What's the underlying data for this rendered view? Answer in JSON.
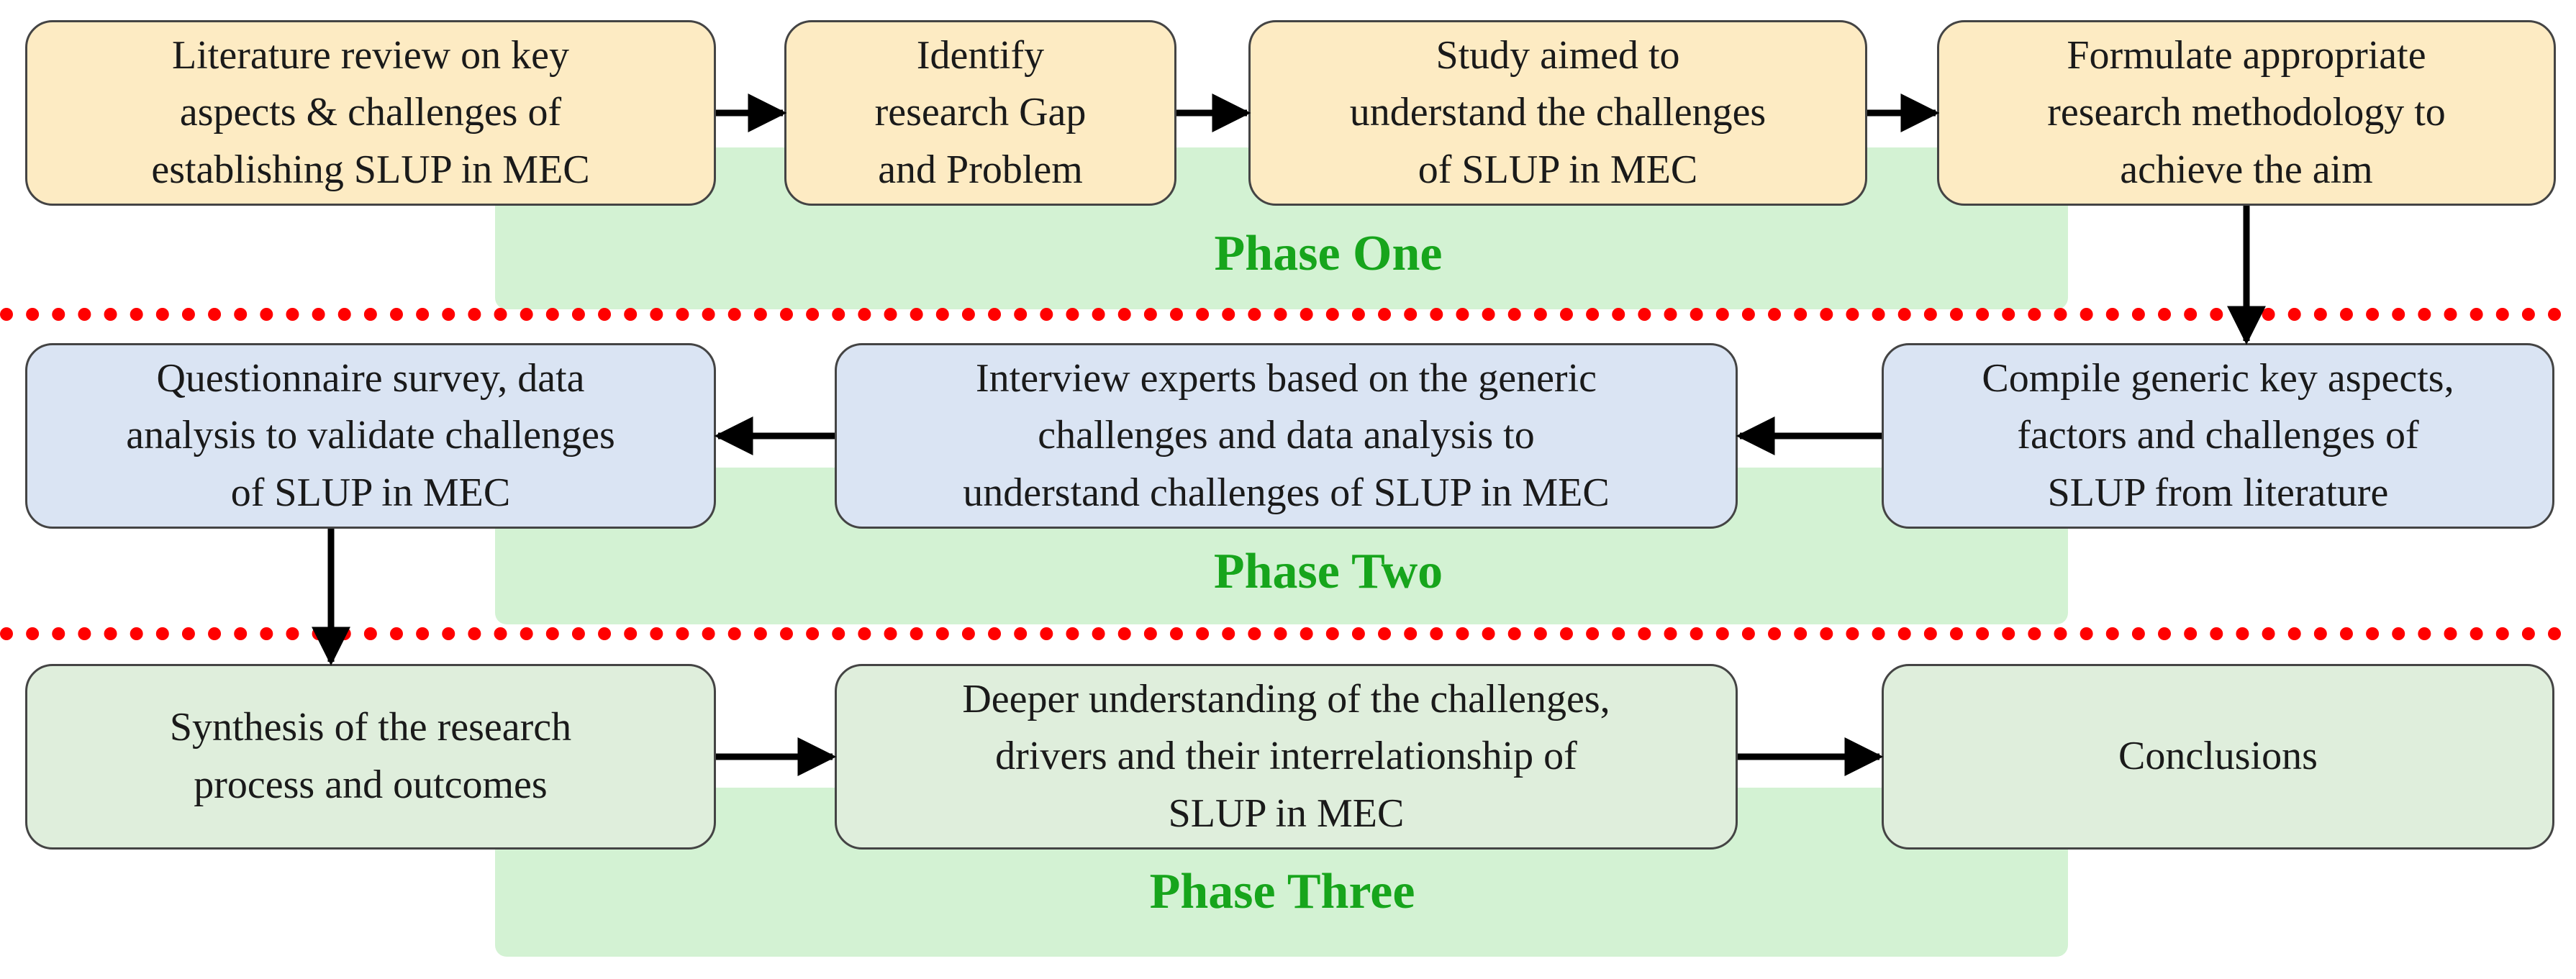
{
  "phases": [
    {
      "label": "Phase One",
      "boxes": [
        "Literature review on key\naspects & challenges of\nestablishing SLUP in MEC",
        "Identify\nresearch Gap\nand Problem",
        "Study aimed to\nunderstand the challenges\nof SLUP in MEC",
        "Formulate appropriate\nresearch methodology to\nachieve the aim"
      ]
    },
    {
      "label": "Phase Two",
      "boxes": [
        "Questionnaire survey, data\nanalysis to validate challenges\nof SLUP in MEC",
        "Interview experts based on the generic\nchallenges and data analysis to\nunderstand challenges of SLUP in MEC",
        "Compile generic key aspects,\nfactors and challenges of\nSLUP from literature"
      ]
    },
    {
      "label": "Phase Three",
      "boxes": [
        "Synthesis of the research\nprocess and outcomes",
        "Deeper understanding of the challenges,\ndrivers and their interrelationship of\nSLUP in MEC",
        "Conclusions"
      ]
    }
  ],
  "colors": {
    "phase_one_box": "#fdebc3",
    "phase_two_box": "#dae4f3",
    "phase_three_box": "#dfeedc",
    "phase_background": "#d3f2d3",
    "phase_label": "#17a51c",
    "divider": "#ff0000",
    "arrow": "#000000"
  }
}
